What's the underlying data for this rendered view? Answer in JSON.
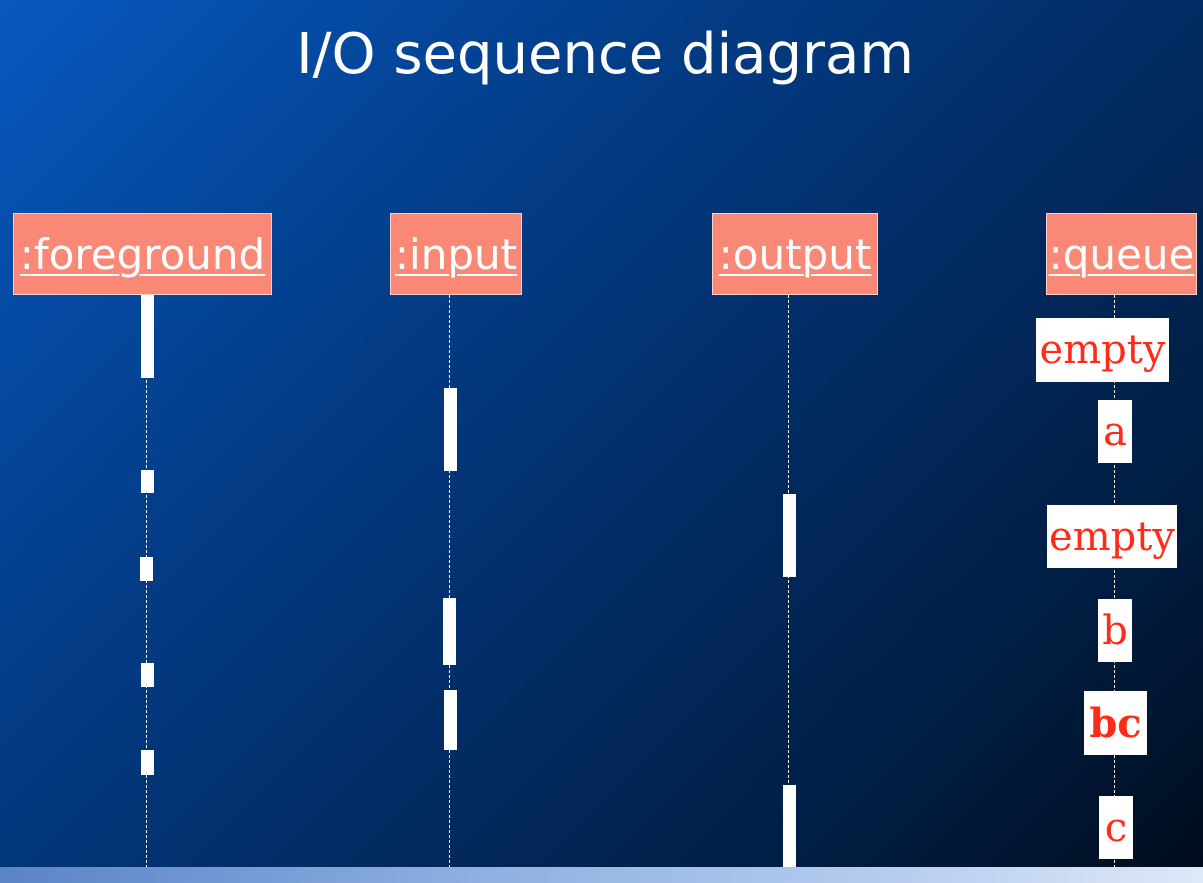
{
  "title": "I/O sequence diagram",
  "objects": [
    {
      "name": "foreground",
      "label": ":foreground"
    },
    {
      "name": "input",
      "label": ":input"
    },
    {
      "name": "output",
      "label": ":output"
    },
    {
      "name": "queue",
      "label": ":queue"
    }
  ],
  "queue_states": [
    "empty",
    "a",
    "empty",
    "b",
    "bc",
    "c"
  ],
  "colors": {
    "object_fill": "#fa8876",
    "state_text": "#ff2a18",
    "background": "#022a60"
  }
}
